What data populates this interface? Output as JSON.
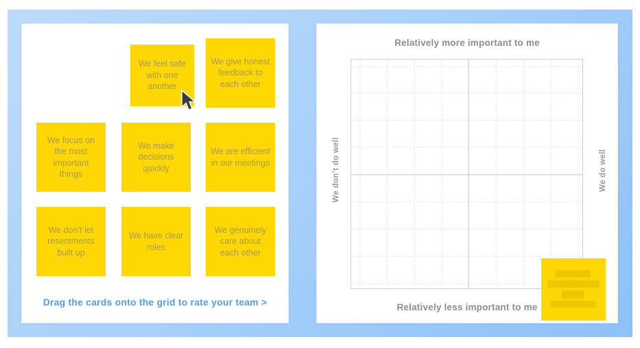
{
  "cards_panel": {
    "hint": "Drag the cards onto the grid to rate your team >",
    "cards": [
      {
        "label": "We feel safe with one another"
      },
      {
        "label": "We give honest feedback to each other"
      },
      {
        "label": "We focus on the most important things"
      },
      {
        "label": "We make decisions quickly"
      },
      {
        "label": "We are efficient in our meetings"
      },
      {
        "label": "We don’t let resentments built up"
      },
      {
        "label": "We have clear roles"
      },
      {
        "label": "We genuinely care about each other"
      }
    ]
  },
  "grid_panel": {
    "label_top": "Relatively more important to me",
    "label_bottom": "Relatively less important to me",
    "label_left": "We don’t do well",
    "label_right": "We do well",
    "placed_card": {
      "quadrant": "bottom-right (less important / we do well)",
      "text_state": "illegible blurred text lines"
    }
  },
  "colors": {
    "frame_blue_light": "#bcdbfc",
    "frame_blue_dark": "#8ec1f8",
    "sticky_yellow": "#ffd702",
    "sticky_text_olive": "#a59b4d",
    "hint_blue": "#4f9fe8",
    "axis_label_gray": "#8d8d8d",
    "grid_dashed_line": "#e3e3e3",
    "grid_center_line": "#c3c3c3"
  }
}
